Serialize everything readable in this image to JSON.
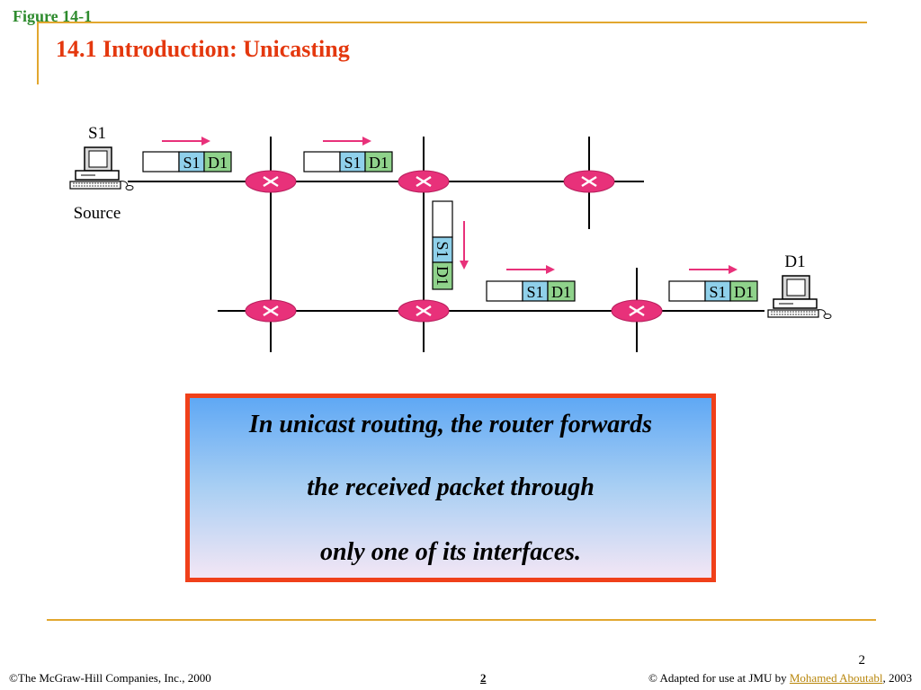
{
  "header": {
    "figure_label": "Figure  14-1",
    "title": "14.1 Introduction: Unicasting"
  },
  "diagram": {
    "source": {
      "name": "S1",
      "label": "Source"
    },
    "destination": {
      "name": "D1"
    },
    "packet": {
      "src": "S1",
      "dst": "D1"
    },
    "colors": {
      "router": "#e8317a",
      "arrow": "#e8317a",
      "src_field": "#8fd0ea",
      "dst_field": "#8fd28b",
      "link": "#000000"
    }
  },
  "callout": {
    "lines": [
      "In unicast routing, the router forwards",
      "the received packet through",
      "only one of its interfaces."
    ]
  },
  "footer": {
    "page_number": "2",
    "copyright": "©The McGraw-Hill Companies, Inc., 2000",
    "center_page": "2",
    "adapted_prefix": "© Adapted for use at JMU by ",
    "author": "Mohamed Aboutabl",
    "adapted_suffix": ", 2003"
  }
}
